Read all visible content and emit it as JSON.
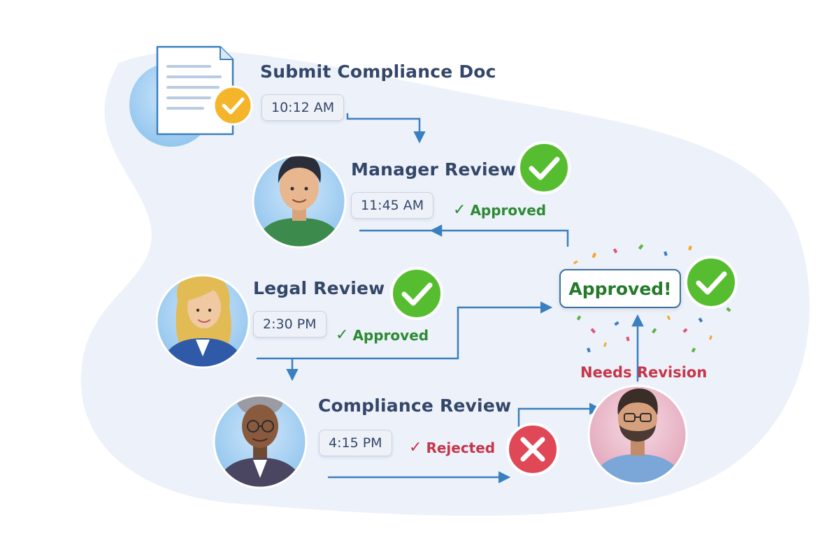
{
  "steps": [
    {
      "title": "Submit Compliance Doc",
      "time": "10:12 AM",
      "status": ""
    },
    {
      "title": "Manager Review",
      "time": "11:45 AM",
      "status": "Approved"
    },
    {
      "title": "Legal Review",
      "time": "2:30 PM",
      "status": "Approved"
    },
    {
      "title": "Compliance Review",
      "time": "4:15 PM",
      "status": "Rejected"
    }
  ],
  "final": {
    "label": "Approved!"
  },
  "revision": {
    "label": "Needs Revision"
  },
  "colors": {
    "approved": "#2d8a34",
    "approved_badge": "#57bd30",
    "rejected": "#c5364b",
    "rejected_badge": "#e04757",
    "arrow": "#3a7fc0",
    "text": "#34466a",
    "submit_badge": "#f4b52b"
  },
  "icons": [
    "document-icon",
    "check-icon",
    "x-icon",
    "person-avatar"
  ]
}
